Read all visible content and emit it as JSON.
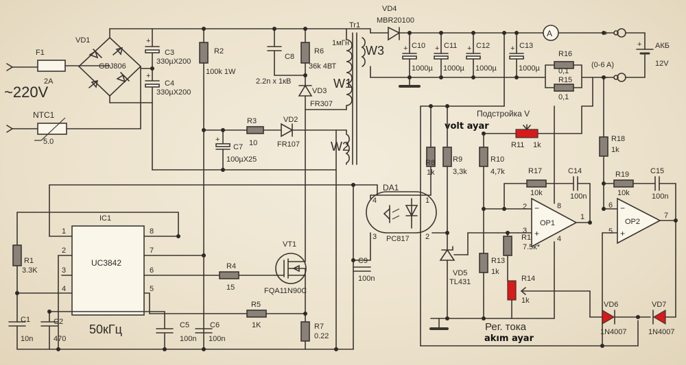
{
  "labels": {
    "mains": "~220V",
    "current_range": "(0-6 A)",
    "voltage_adjust_ru": "Подстройка V",
    "volt_ayar": "volt ayar",
    "current_adjust_ru": "Рег. тока",
    "akim_ayar": "akım ayar",
    "frequency": "50кГц"
  },
  "components": {
    "f1": {
      "ref": "F1",
      "value": "2A"
    },
    "ntc1": {
      "ref": "NTC1",
      "value": "5.0"
    },
    "vd1": {
      "ref": "VD1",
      "part": "GBJ806"
    },
    "c3": {
      "ref": "C3",
      "value": "330µX200"
    },
    "c4": {
      "ref": "C4",
      "value": "330µX200"
    },
    "r2": {
      "ref": "R2",
      "value": "100k 1W"
    },
    "c8": {
      "ref": "C8",
      "value": "2.2n x 1кВ"
    },
    "r6": {
      "ref": "R6",
      "value": "36k 4ВТ"
    },
    "vd3": {
      "ref": "VD3",
      "value": "FR307"
    },
    "tr1": {
      "ref": "Tr1",
      "inductance": "1мГн",
      "w1": "W1",
      "w2": "W2",
      "w3": "W3"
    },
    "r3": {
      "ref": "R3",
      "value": "10"
    },
    "vd2": {
      "ref": "VD2",
      "value": "FR107"
    },
    "c7": {
      "ref": "C7",
      "value": "100µX25"
    },
    "vd4": {
      "ref": "VD4",
      "value": "MBR20100"
    },
    "c10": {
      "ref": "C10",
      "value": "1000µ"
    },
    "c11": {
      "ref": "C11",
      "value": "1000µ"
    },
    "c12": {
      "ref": "C12",
      "value": "1000µ"
    },
    "c13": {
      "ref": "C13",
      "value": "1000µ"
    },
    "ammeter": {
      "symbol": "A"
    },
    "r16": {
      "ref": "R16",
      "value": "0,1"
    },
    "r15": {
      "ref": "R15",
      "value": "0,1"
    },
    "akb": {
      "ref": "АКБ",
      "value": "12V"
    },
    "r11": {
      "ref": "R11",
      "value": "1k"
    },
    "r8": {
      "ref": "R8",
      "value": "1k"
    },
    "r9": {
      "ref": "R9",
      "value": "3,3k"
    },
    "r10": {
      "ref": "R10",
      "value": "4,7k"
    },
    "r17": {
      "ref": "R17",
      "value": "10k"
    },
    "c14": {
      "ref": "C14",
      "value": "100n"
    },
    "r18": {
      "ref": "R18",
      "value": "1k"
    },
    "r19": {
      "ref": "R19",
      "value": "10k"
    },
    "c15": {
      "ref": "C15",
      "value": "100n"
    },
    "da1": {
      "ref": "DA1",
      "value": "PC817"
    },
    "op1": {
      "ref": "OP1"
    },
    "op2": {
      "ref": "OP2"
    },
    "vd5": {
      "ref": "VD5",
      "value": "TL431"
    },
    "r12": {
      "ref": "R12",
      "value": "7.5k*"
    },
    "r13": {
      "ref": "R13",
      "value": "1k"
    },
    "r14": {
      "ref": "R14",
      "value": "1k"
    },
    "vd6": {
      "ref": "VD6",
      "value": "1N4007"
    },
    "vd7": {
      "ref": "VD7",
      "value": "1N4007"
    },
    "ic1": {
      "ref": "IC1",
      "value": "UC3842"
    },
    "r1": {
      "ref": "R1",
      "value": "3.3K"
    },
    "c1": {
      "ref": "C1",
      "value": "10n"
    },
    "c2": {
      "ref": "C2",
      "value": "470"
    },
    "c5": {
      "ref": "C5",
      "value": "100n"
    },
    "c6": {
      "ref": "C6",
      "value": "100n"
    },
    "r4": {
      "ref": "R4",
      "value": "15"
    },
    "vt1": {
      "ref": "VT1",
      "value": "FQA11N90C"
    },
    "r5": {
      "ref": "R5",
      "value": "1K"
    },
    "r7": {
      "ref": "R7",
      "value": "0.22"
    },
    "c9": {
      "ref": "C9",
      "value": "100n"
    }
  }
}
